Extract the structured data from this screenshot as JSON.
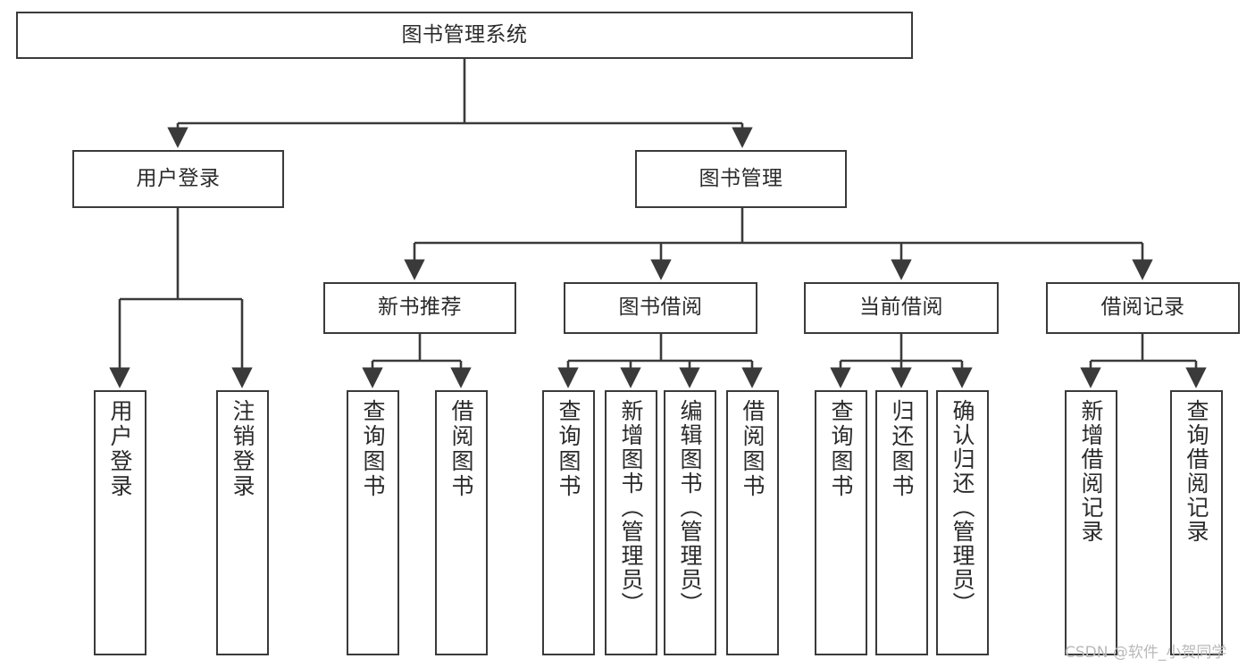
{
  "diagram": {
    "type": "tree-hierarchy",
    "title": "图书管理系统",
    "colors": {
      "background": "#ffffff",
      "node_border": "#3a3a3a",
      "node_fill": "#ffffff",
      "edge": "#3a3a3a",
      "text": "#2b2b2b",
      "watermark": "#b9b9b9"
    },
    "nodes": {
      "root": {
        "label": "图书管理系统"
      },
      "level2": [
        {
          "id": "user-login",
          "label": "用户登录"
        },
        {
          "id": "book-manage",
          "label": "图书管理"
        }
      ],
      "level3": [
        {
          "id": "new-book-recommend",
          "label": "新书推荐"
        },
        {
          "id": "book-borrow",
          "label": "图书借阅"
        },
        {
          "id": "current-borrow",
          "label": "当前借阅"
        },
        {
          "id": "borrow-record",
          "label": "借阅记录"
        }
      ],
      "leaves": [
        {
          "id": "leaf-user-login",
          "label": "用户登录",
          "parent": "user-login"
        },
        {
          "id": "leaf-logout",
          "label": "注销登录",
          "parent": "user-login"
        },
        {
          "id": "leaf-query-book-1",
          "label": "查询图书",
          "parent": "new-book-recommend"
        },
        {
          "id": "leaf-borrow-book-1",
          "label": "借阅图书",
          "parent": "new-book-recommend"
        },
        {
          "id": "leaf-query-book-2",
          "label": "查询图书",
          "parent": "book-borrow"
        },
        {
          "id": "leaf-add-book",
          "label": "新增图书（管理员）",
          "parent": "book-borrow"
        },
        {
          "id": "leaf-edit-book",
          "label": "编辑图书（管理员）",
          "parent": "book-borrow"
        },
        {
          "id": "leaf-borrow-book-2",
          "label": "借阅图书",
          "parent": "book-borrow"
        },
        {
          "id": "leaf-query-book-3",
          "label": "查询图书",
          "parent": "current-borrow"
        },
        {
          "id": "leaf-return-book",
          "label": "归还图书",
          "parent": "current-borrow"
        },
        {
          "id": "leaf-confirm-return",
          "label": "确认归还（管理员）",
          "parent": "current-borrow"
        },
        {
          "id": "leaf-add-record",
          "label": "新增借阅记录",
          "parent": "borrow-record"
        },
        {
          "id": "leaf-query-record",
          "label": "查询借阅记录",
          "parent": "borrow-record"
        }
      ]
    },
    "watermark": "CSDN @软件_小贺同学"
  }
}
